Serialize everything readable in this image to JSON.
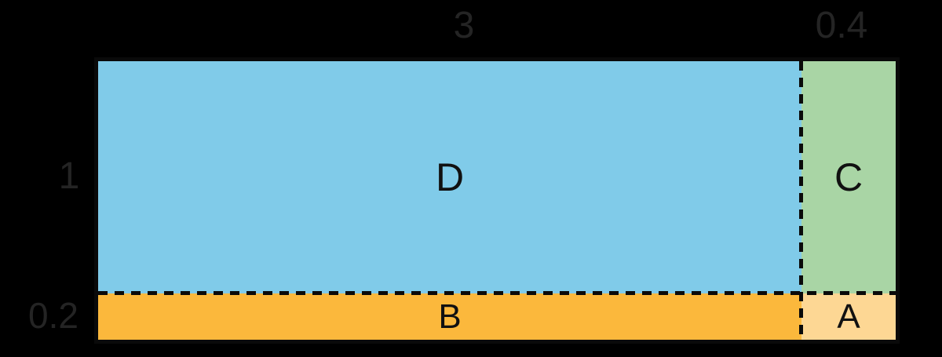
{
  "figure": {
    "description": "Area model rectangle split into four regions by dashed lines",
    "background_color": "#000000",
    "line_color": "#0a0a0a",
    "outside_label_color": "#242424",
    "region_label_color": "#111111",
    "top_labels": {
      "over_d": "3",
      "over_c": "0.4"
    },
    "left_labels": {
      "beside_d": "1",
      "beside_b": "0.2"
    },
    "regions": {
      "D": {
        "label": "D",
        "color": "#80CBE9"
      },
      "C": {
        "label": "C",
        "color": "#A9D5A5"
      },
      "B": {
        "label": "B",
        "color": "#FBB83C"
      },
      "A": {
        "label": "A",
        "color": "#FDD794"
      }
    }
  }
}
